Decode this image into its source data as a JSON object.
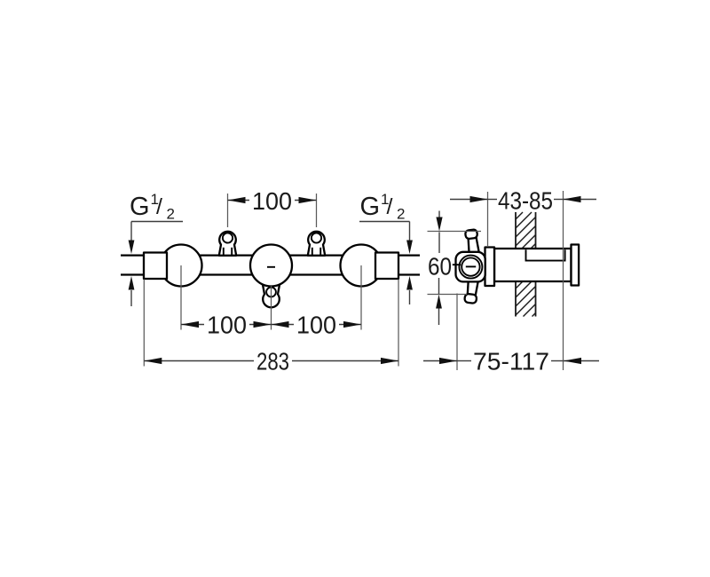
{
  "front_view": {
    "thread_left": {
      "g": "G",
      "numerator": "1",
      "slash": "/",
      "denominator": "2"
    },
    "thread_right": {
      "g": "G",
      "numerator": "1",
      "slash": "/",
      "denominator": "2"
    },
    "dims": {
      "top_spacing": "100",
      "bottom_left_spacing": "100",
      "bottom_right_spacing": "100",
      "overall_width": "283"
    }
  },
  "side_view": {
    "dims": {
      "depth_top": "43-85",
      "port_spacing": "60",
      "depth_bottom": "75-117"
    }
  },
  "colors": {
    "line": "#000000",
    "dimension": "#3d3d3d",
    "background": "#ffffff"
  }
}
